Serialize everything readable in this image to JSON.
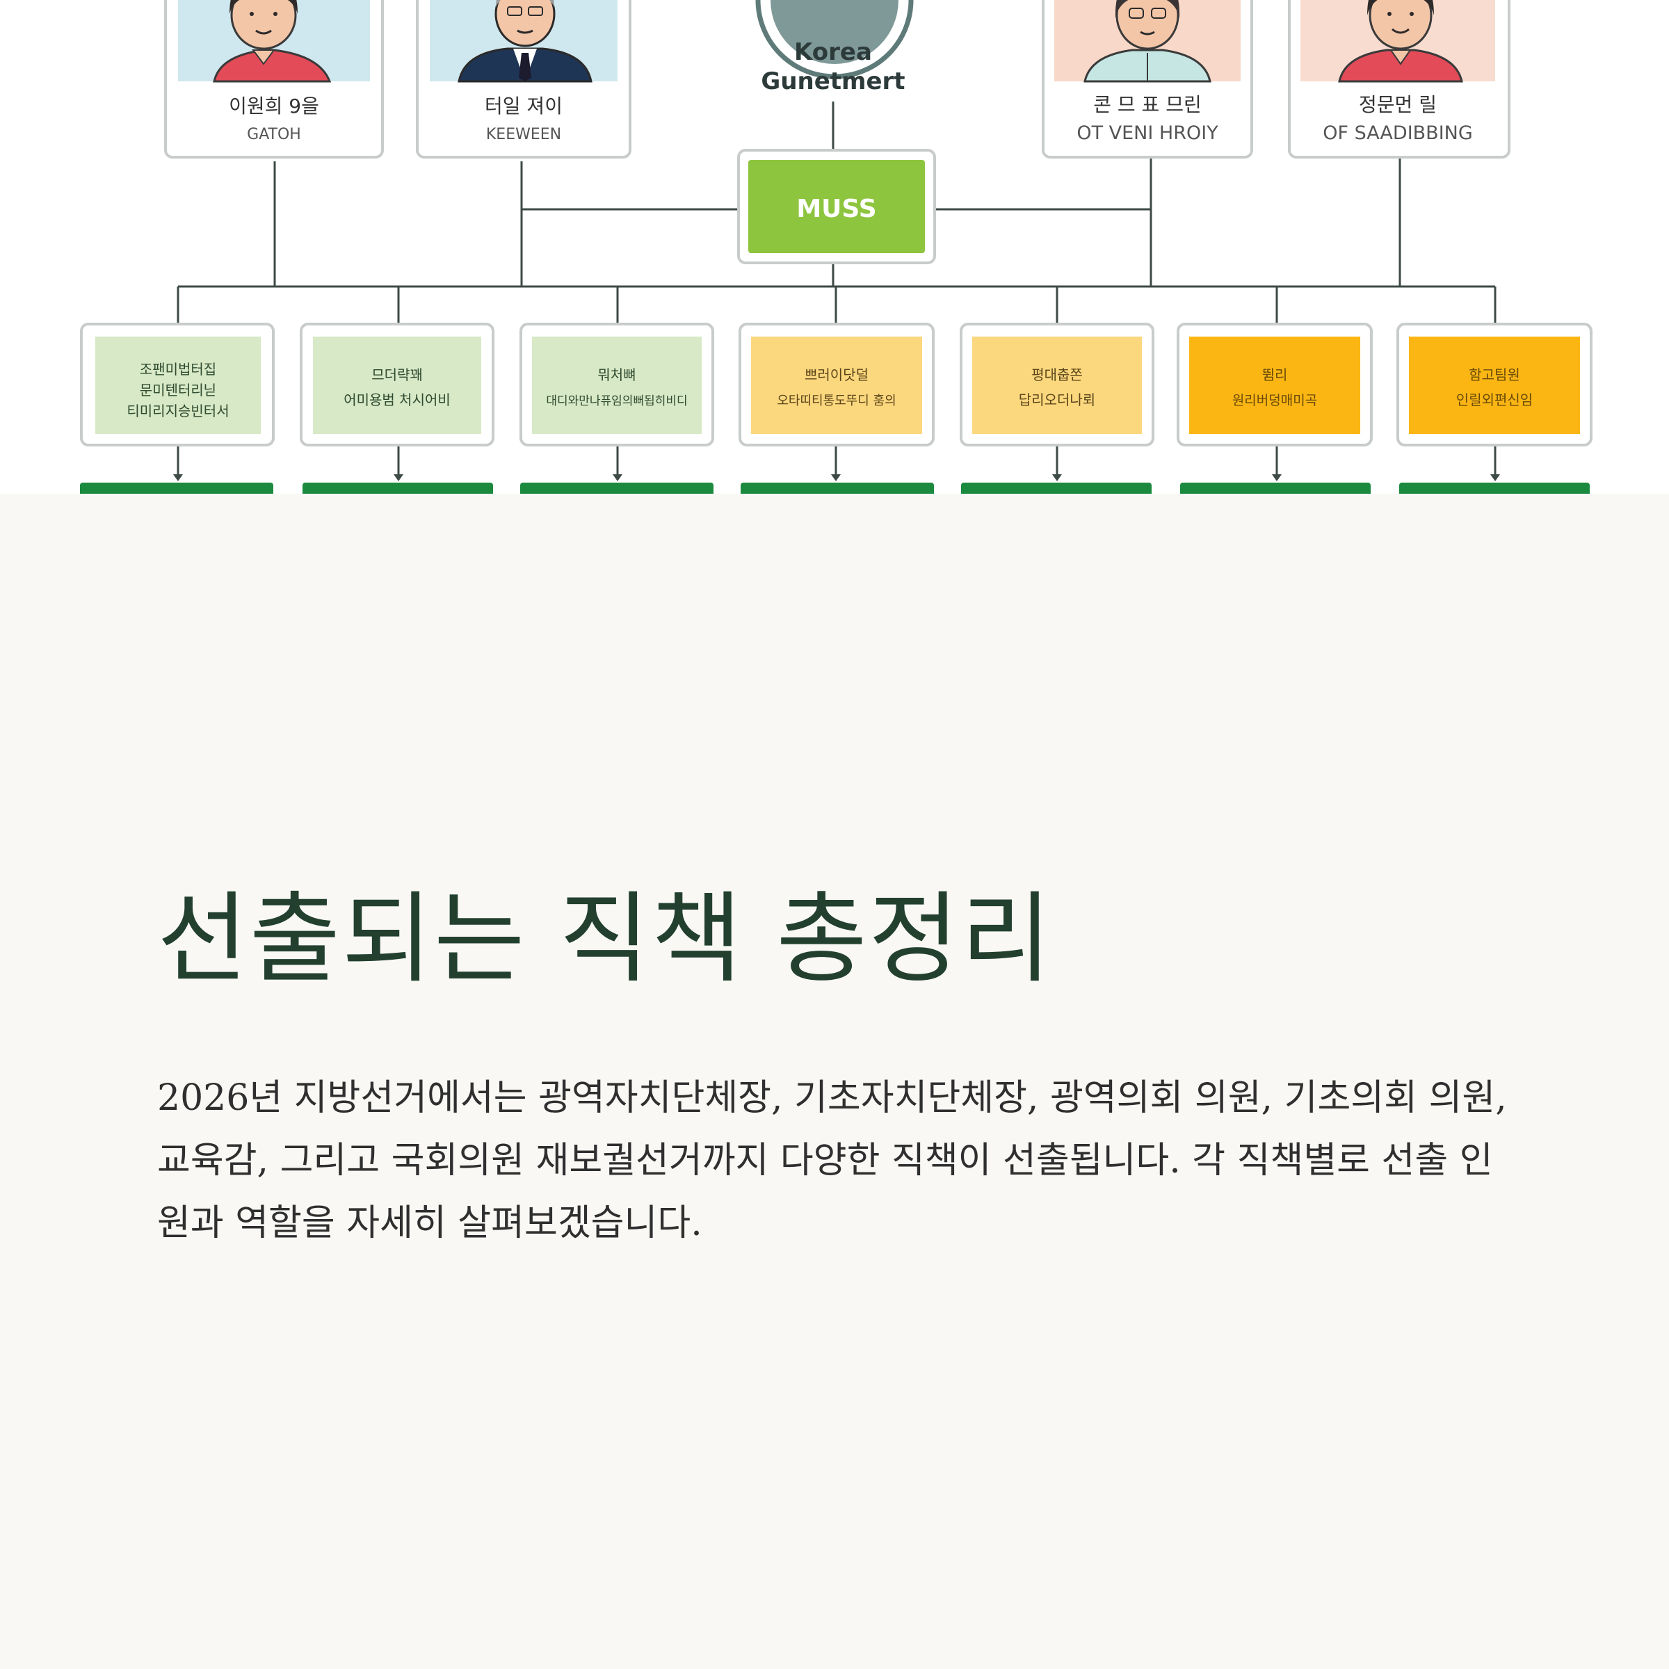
{
  "figure": {
    "center": {
      "title_line1": "Korea",
      "title_line2": "Gunetmert",
      "box_label": "MUSS"
    },
    "persons": [
      {
        "name": "이원희 9을",
        "sub": "GATOH",
        "gender": "female"
      },
      {
        "name": "터일 져이",
        "sub": "KEEWEEN",
        "gender": "male"
      },
      {
        "name": "콘 므 표 므린",
        "sub": "OT VENI HROIY",
        "gender": "female-glasses"
      },
      {
        "name": "정문먼 릴",
        "sub": "OF SAADIBBING",
        "gender": "female"
      }
    ],
    "units": [
      {
        "lines": [
          "조팬미법터집",
          "문미텐터리닏",
          "티미리지승빈터서"
        ]
      },
      {
        "lines": [
          "므더략꽤",
          "어미용범 처시어비"
        ]
      },
      {
        "lines": [
          "뭐처뼈",
          "대디와만나퓨임의뻐됩히비디"
        ]
      },
      {
        "lines": [
          "쁘러이닷덜",
          "오타띠티통도뚜디 훔의"
        ]
      },
      {
        "lines": [
          "평대춥쫀",
          "답리오더나뢰"
        ]
      },
      {
        "lines": [
          "뜀리",
          "원리버덩매미곡"
        ]
      },
      {
        "lines": [
          "함고팀원",
          "인릴외편신임"
        ]
      }
    ],
    "colors": {
      "light_green": "#d7e9c6",
      "mid_yellow": "#fbd77e",
      "strong_yellow": "#fbb614",
      "accent_green": "#8dc53e",
      "bottom_bar": "#1b8a3e",
      "line": "#3d4a45"
    }
  },
  "section": {
    "heading": "선출되는 직책 총정리",
    "body": "2026년 지방선거에서는 광역자치단체장, 기초자치단체장, 광역의회 의원, 기초의회 의원, 교육감, 그리고 국회의원 재보궐선거까지 다양한 직책이 선출됩니다. 각 직책별로 선출 인원과 역할을 자세히 살펴보겠습니다."
  }
}
